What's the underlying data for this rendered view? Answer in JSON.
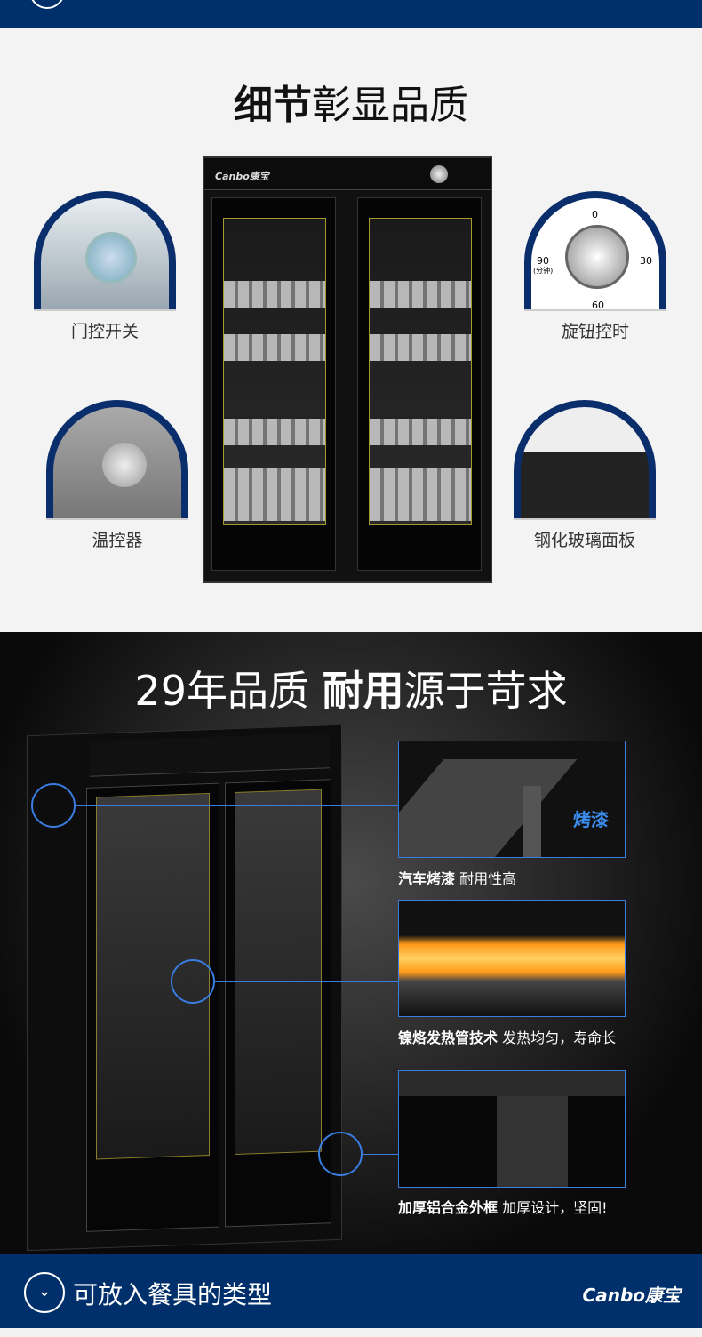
{
  "section_details": {
    "title_bold": "细节",
    "title_rest": "彰显品质",
    "features": [
      {
        "label": "门控开关"
      },
      {
        "label": "旋钮控时"
      },
      {
        "label": "温控器"
      },
      {
        "label": "钢化玻璃面板"
      }
    ],
    "timer_dial": {
      "marks": [
        "0",
        "30",
        "60",
        "90"
      ],
      "unit": "(分钟)"
    },
    "cabinet_brand": "Canbo康宝"
  },
  "section_quality": {
    "title_pre": "29年品质 ",
    "title_bold": "耐用",
    "title_post": "源于苛求",
    "features": [
      {
        "callout": "烤漆",
        "bold": "汽车烤漆",
        "text": " 耐用性高"
      },
      {
        "bold": "镍烙发热管技术",
        "text": " 发热均匀，寿命长"
      },
      {
        "bold": "加厚铝合金外框",
        "text": "  加厚设计，坚固!"
      }
    ]
  },
  "footer_bar": {
    "title": "可放入餐具的类型",
    "brand": "Canbo康宝"
  },
  "colors": {
    "navy": "#00306b",
    "accent": "#3a7de0"
  }
}
